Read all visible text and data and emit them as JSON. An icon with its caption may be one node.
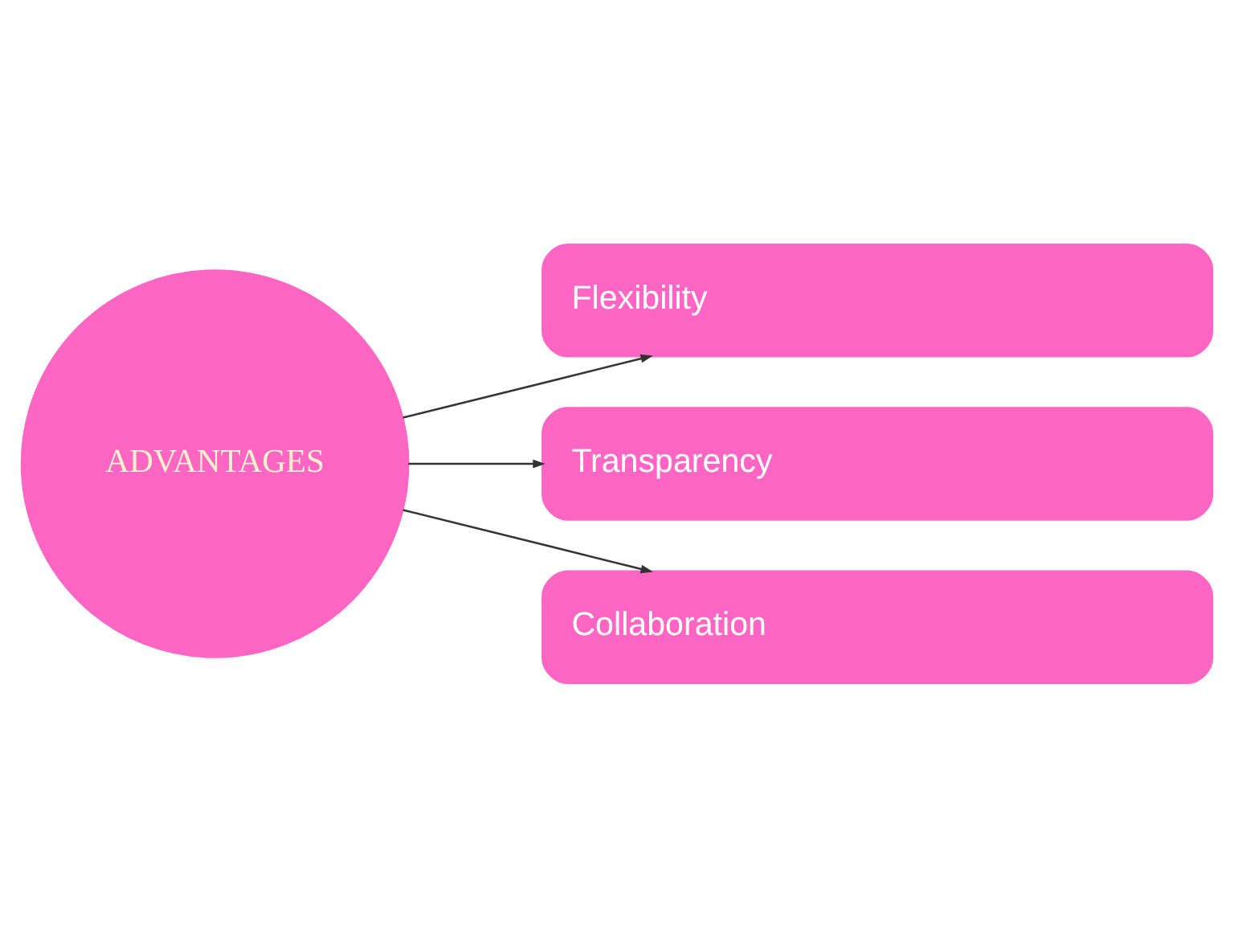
{
  "diagram": {
    "nodes": [
      {
        "text": [
          "ADVANTAGES"
        ]
      },
      {
        "text": [
          "Flexibility"
        ]
      },
      {
        "text": [
          "Transparency"
        ]
      },
      {
        "text": [
          "Collaboration"
        ]
      }
    ],
    "edges": [
      {
        "from": 0,
        "to": 1,
        "arrow": "to"
      },
      {
        "from": 0,
        "to": 2,
        "arrow": "to"
      },
      {
        "from": 0,
        "to": 3,
        "arrow": "to"
      }
    ]
  }
}
